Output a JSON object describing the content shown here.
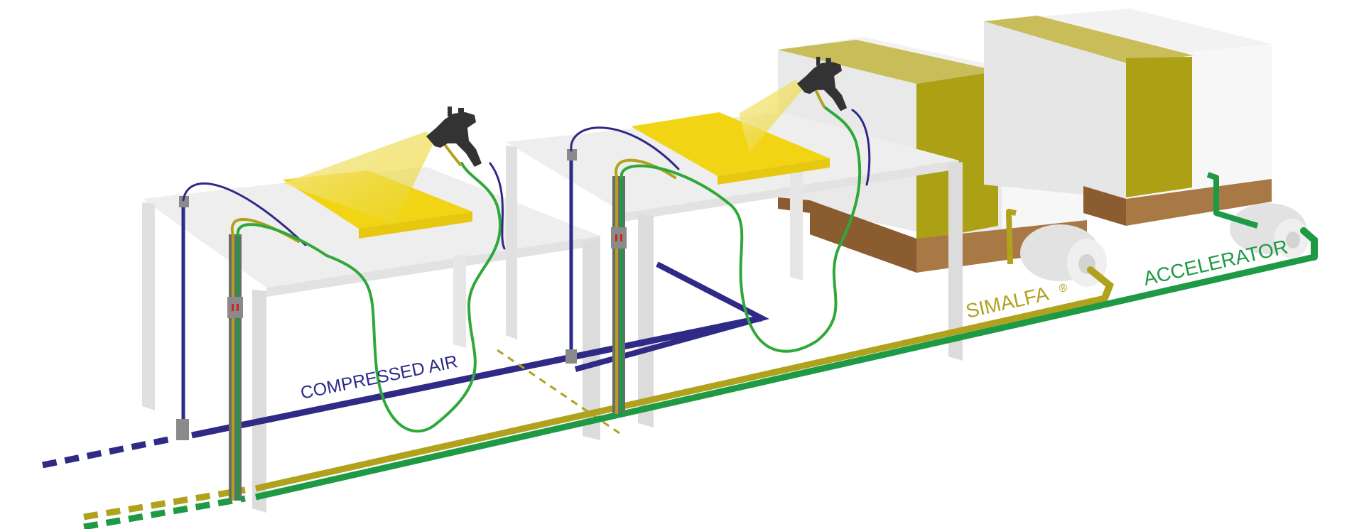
{
  "labels": {
    "compressed_air": "COMPRESSED AIR",
    "simalfa": "SIMALFA",
    "simalfa_mark": "®",
    "accelerator": "ACCELERATOR"
  },
  "colors": {
    "air": "#2e2a86",
    "simalfa": "#b0a21c",
    "accelerator": "#1e9a45",
    "hose_green": "#2fa83a",
    "table_top": "#eeeeee",
    "table_leg": "#dedede",
    "pallet": "#9a6a3a",
    "tank_olive": "#aca015",
    "board_yellow": "#f1d514",
    "gun": "#333333"
  },
  "icons": [
    "spray-gun-icon",
    "spray-gun-icon"
  ]
}
